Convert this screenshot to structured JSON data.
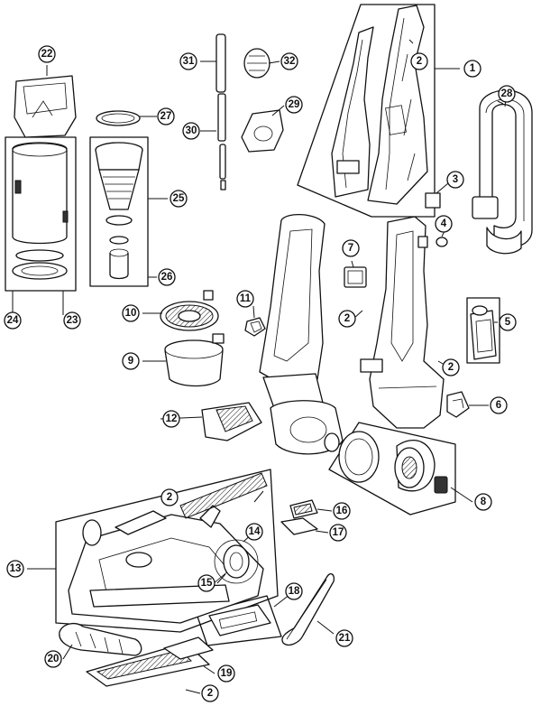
{
  "callouts": [
    {
      "id": "c1",
      "label": "1"
    },
    {
      "id": "c2a",
      "label": "2"
    },
    {
      "id": "c2b",
      "label": "2"
    },
    {
      "id": "c2c",
      "label": "2"
    },
    {
      "id": "c2d",
      "label": "2"
    },
    {
      "id": "c2e",
      "label": "2"
    },
    {
      "id": "c3",
      "label": "3"
    },
    {
      "id": "c4",
      "label": "4"
    },
    {
      "id": "c5",
      "label": "5"
    },
    {
      "id": "c6",
      "label": "6"
    },
    {
      "id": "c7",
      "label": "7"
    },
    {
      "id": "c8",
      "label": "8"
    },
    {
      "id": "c9",
      "label": "9"
    },
    {
      "id": "c10",
      "label": "10"
    },
    {
      "id": "c11",
      "label": "11"
    },
    {
      "id": "c12",
      "label": "12"
    },
    {
      "id": "c13",
      "label": "13"
    },
    {
      "id": "c14",
      "label": "14"
    },
    {
      "id": "c15",
      "label": "15"
    },
    {
      "id": "c16",
      "label": "16"
    },
    {
      "id": "c17",
      "label": "17"
    },
    {
      "id": "c18",
      "label": "18"
    },
    {
      "id": "c19",
      "label": "19"
    },
    {
      "id": "c20",
      "label": "20"
    },
    {
      "id": "c21",
      "label": "21"
    },
    {
      "id": "c22",
      "label": "22"
    },
    {
      "id": "c23",
      "label": "23"
    },
    {
      "id": "c24",
      "label": "24"
    },
    {
      "id": "c25",
      "label": "25"
    },
    {
      "id": "c26",
      "label": "26"
    },
    {
      "id": "c27",
      "label": "27"
    },
    {
      "id": "c28",
      "label": "28"
    },
    {
      "id": "c29",
      "label": "29"
    },
    {
      "id": "c30",
      "label": "30"
    },
    {
      "id": "c31",
      "label": "31"
    },
    {
      "id": "c32",
      "label": "32"
    }
  ]
}
